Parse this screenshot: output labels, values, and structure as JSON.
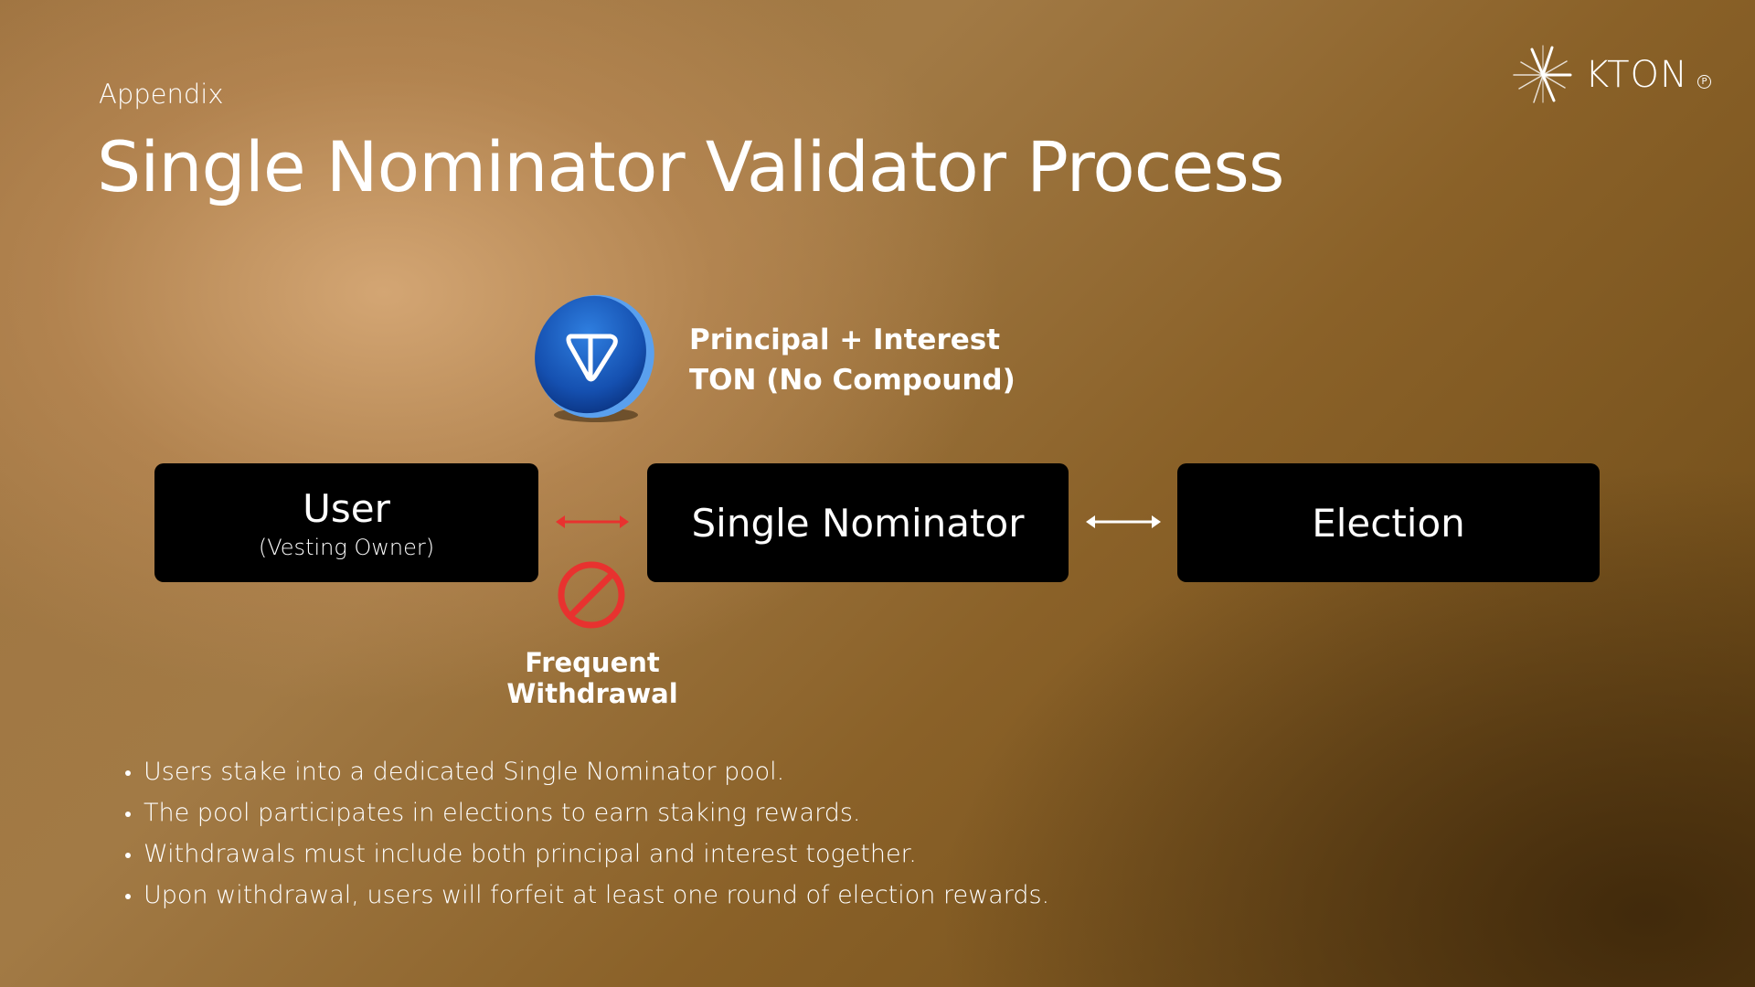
{
  "header": {
    "section": "Appendix",
    "title": "Single Nominator Validator Process"
  },
  "logo": {
    "text": "KTON",
    "badge": "P"
  },
  "coin": {
    "icon": "ton-coin-icon",
    "label_line1": "Principal + Interest",
    "label_line2": "TON (No Compound)"
  },
  "diagram": {
    "user": {
      "title": "User",
      "subtitle": "(Vesting Owner)"
    },
    "nominator": {
      "title": "Single Nominator"
    },
    "election": {
      "title": "Election"
    },
    "prohibited_label": "Frequent Withdrawal"
  },
  "colors": {
    "red": "#e8322f",
    "box": "#000000"
  },
  "bullets": [
    "Users stake into a dedicated Single Nominator pool.",
    "The pool participates in elections to earn staking rewards.",
    "Withdrawals must include both principal and interest together.",
    "Upon withdrawal, users will forfeit at least one round of election rewards."
  ]
}
